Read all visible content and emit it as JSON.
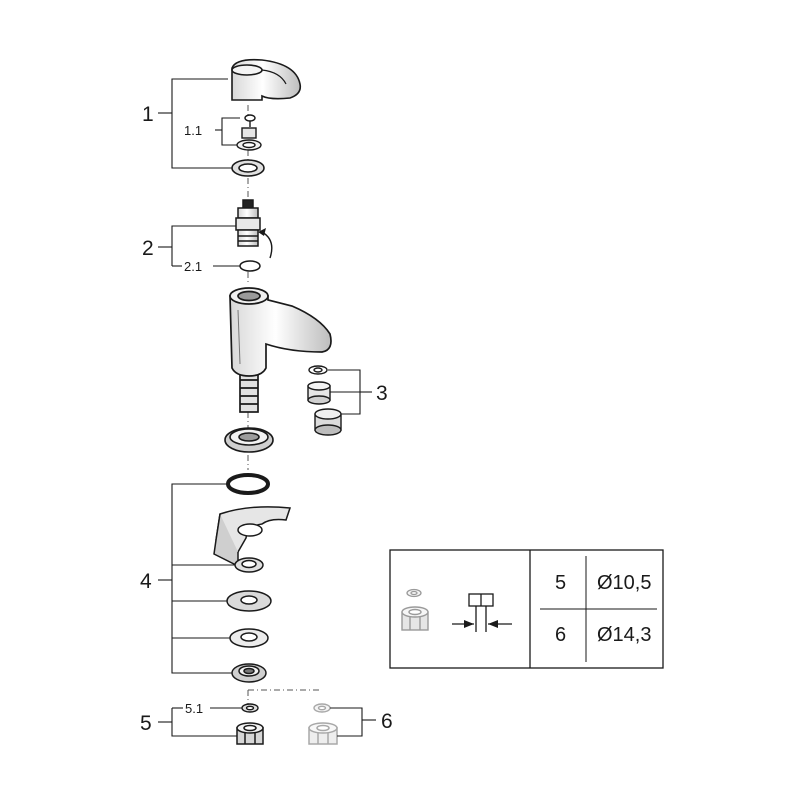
{
  "callouts": {
    "c1": "1",
    "c1_1": "1.1",
    "c2": "2",
    "c2_1": "2.1",
    "c3": "3",
    "c4": "4",
    "c5": "5",
    "c5_1": "5.1",
    "c6": "6"
  },
  "size_table": {
    "rows": [
      {
        "item": "5",
        "diameter": "Ø10,5"
      },
      {
        "item": "6",
        "diameter": "Ø14,3"
      }
    ]
  },
  "colors": {
    "line": "#1a1a1a",
    "gray": "#a8a8a8",
    "chrome_light": "#f2f2f2",
    "chrome_mid": "#cfcfcf"
  }
}
